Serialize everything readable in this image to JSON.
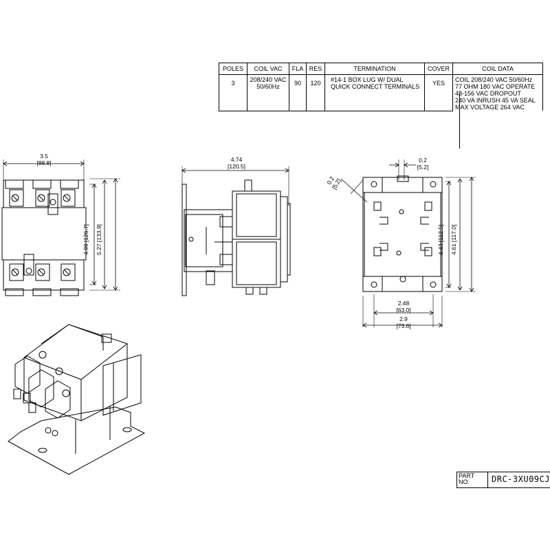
{
  "spec_table": {
    "headers": [
      "POLES",
      "COIL VAC",
      "FLA",
      "RES",
      "TERMINATION",
      "COVER",
      "COIL DATA"
    ],
    "row": {
      "poles": "3",
      "coil_vac": "208/240 VAC\n50/60Hz",
      "fla": "90",
      "res": "120",
      "termination": "#14-1 BOX LUG W/ DUAL\nQUICK CONNECT TERMINALS",
      "cover": "YES",
      "coil_data": [
        "COIL 208/240 VAC 50/60Hz",
        "77 OHM 180 VAC OPERATE",
        "48-156 VAC DROPOUT",
        "240 VA INRUSH 45 VA SEAL",
        "MAX VOLTAGE 264 VAC"
      ]
    }
  },
  "front_view": {
    "width_in": "3.5",
    "width_mm": "[88.8]",
    "height_a": "4.99",
    "height_a_mm": "[126.7]",
    "height_b": "5.27",
    "height_b_mm": "[133.9]"
  },
  "side_view": {
    "depth_in": "4.74",
    "depth_mm": "[120.5]"
  },
  "back_view": {
    "slot_in": "0.2",
    "slot_mm": "[5.2]",
    "slot_diag_in": "0.2",
    "slot_diag_mm": "[5.2]",
    "mount_h_a": "4.43",
    "mount_h_a_mm": "[112.5]",
    "mount_h_b": "4.61",
    "mount_h_b_mm": "[117.0]",
    "mount_w_a": "2.48",
    "mount_w_a_mm": "[63.0]",
    "mount_w_b": "2.9",
    "mount_w_b_mm": "[73.6]"
  },
  "title_block": {
    "part_label": "PART\nNO.",
    "part_number": "DRC-3XU09CJ"
  }
}
